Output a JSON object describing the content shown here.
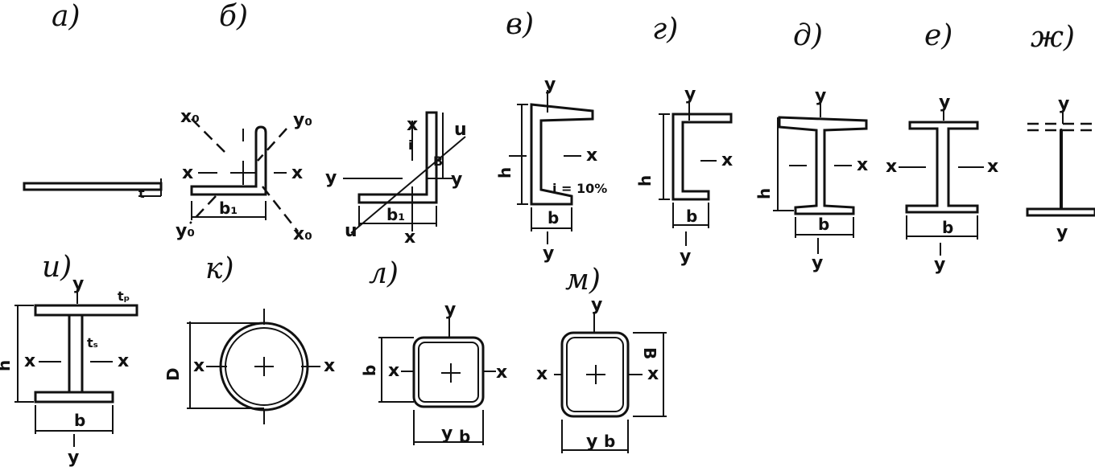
{
  "labels": {
    "a": "а)",
    "b": "б)",
    "v": "в)",
    "g": "г)",
    "d": "д)",
    "e": "е)",
    "zh": "ж)",
    "i": "и)",
    "k": "к)",
    "l": "л)",
    "m": "м)"
  },
  "axes": {
    "x": "x",
    "y": "y",
    "x0": "x₀",
    "y0": "y₀",
    "u": "u",
    "i": "i"
  },
  "dims": {
    "b": "b",
    "b1": "b₁",
    "h": "h",
    "B": "B",
    "D": "D",
    "t": "t",
    "tw": "tₛ",
    "tf": "tₚ"
  },
  "notes": {
    "slope": "i = 10%"
  }
}
